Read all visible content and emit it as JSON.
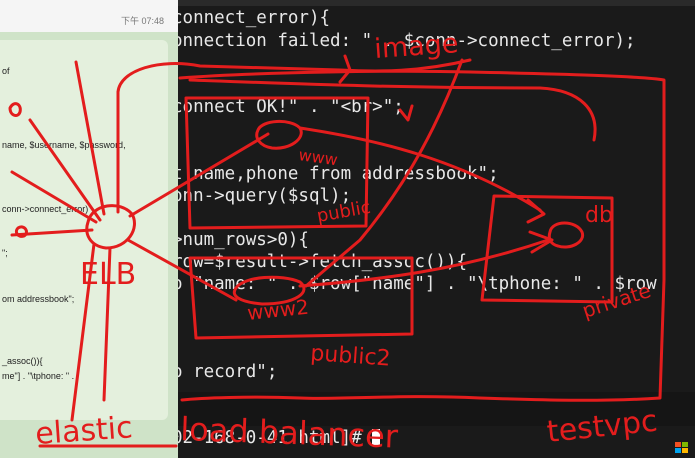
{
  "chat": {
    "timestamp": "下午 07:48",
    "lines": [
      "of",
      "name, $username, $password,",
      "conn->connect_error)",
      "\";",
      "om addressbook\";",
      "_assoc()){",
      "me\"] . \"\\tphone: \" ."
    ]
  },
  "terminal": {
    "lines": [
      "connect_error){",
      "onnection failed: \" . $conn->connect_error);",
      "connect OK!\" . \"<br>\";",
      "t name,phone from addressbook\";",
      "onn->query($sql);",
      ">num_rows>0){",
      "row=$result->fetch_assoc()){",
      "o \"name: \" . $row[\"name\"] . \"\\tphone: \" . $row",
      "o record\";",
      "02-168-0-41 html]# "
    ]
  },
  "annotations": {
    "image": "image",
    "www": "www",
    "public": "public",
    "db": "db",
    "private": "private",
    "www2": "www2",
    "public2": "public2",
    "elb": "ELB",
    "elastic": "elastic",
    "load_balancer": "load balancer",
    "testvpc": "testvpc"
  },
  "colors": {
    "ink": "#e31d1d",
    "terminal_bg": "#1a1a1a",
    "terminal_fg": "#e8e8e8",
    "chat_bg": "#e4f0dd"
  }
}
